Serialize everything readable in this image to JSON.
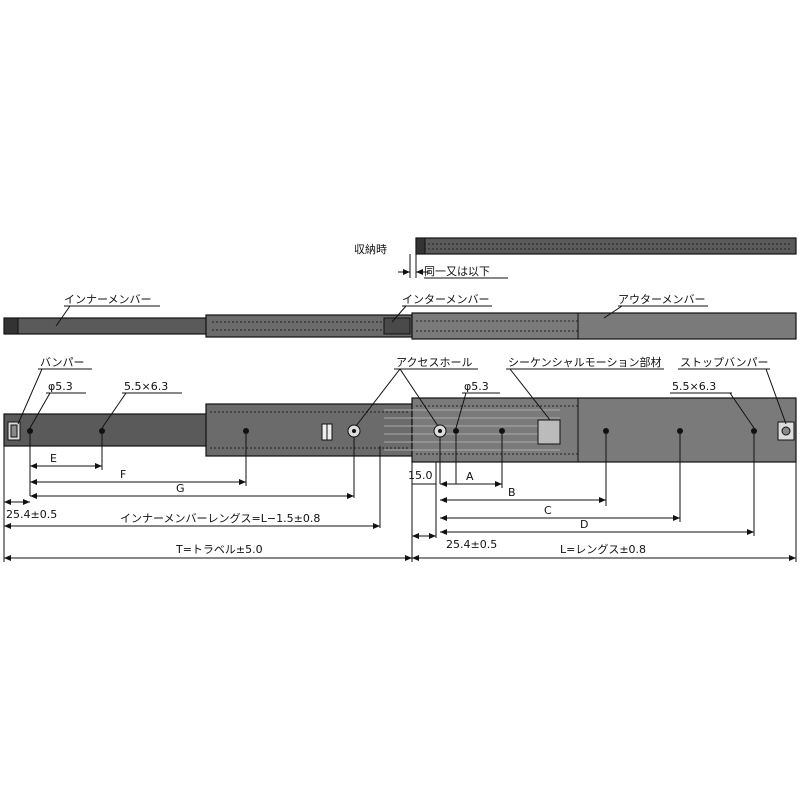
{
  "labels": {
    "stored_state": "収納時",
    "flush_or_below": "同一又は以下",
    "inner_member_top": "インナーメンバー",
    "intermediate_member": "インターメンバー",
    "outer_member": "アウターメンバー",
    "bumper": "バンパー",
    "access_hole": "アクセスホール",
    "sequential_motion_part": "シーケンシャルモーション部材",
    "stop_bumper": "ストップバンパー",
    "phi_left": "φ5.3",
    "slot_left": "5.5×6.3",
    "phi_right": "φ5.3",
    "slot_right": "5.5×6.3"
  },
  "dimensions": {
    "E": "E",
    "F": "F",
    "G": "G",
    "left_offset": "25.4±0.5",
    "inner_member_length": "インナーメンバーレングス=L−1.5±0.8",
    "travel": "T=トラベル±5.0",
    "right_gap": "15.0",
    "A": "A",
    "B": "B",
    "C": "C",
    "D": "D",
    "right_offset": "25.4±0.5",
    "length": "L=レングス±0.8"
  }
}
